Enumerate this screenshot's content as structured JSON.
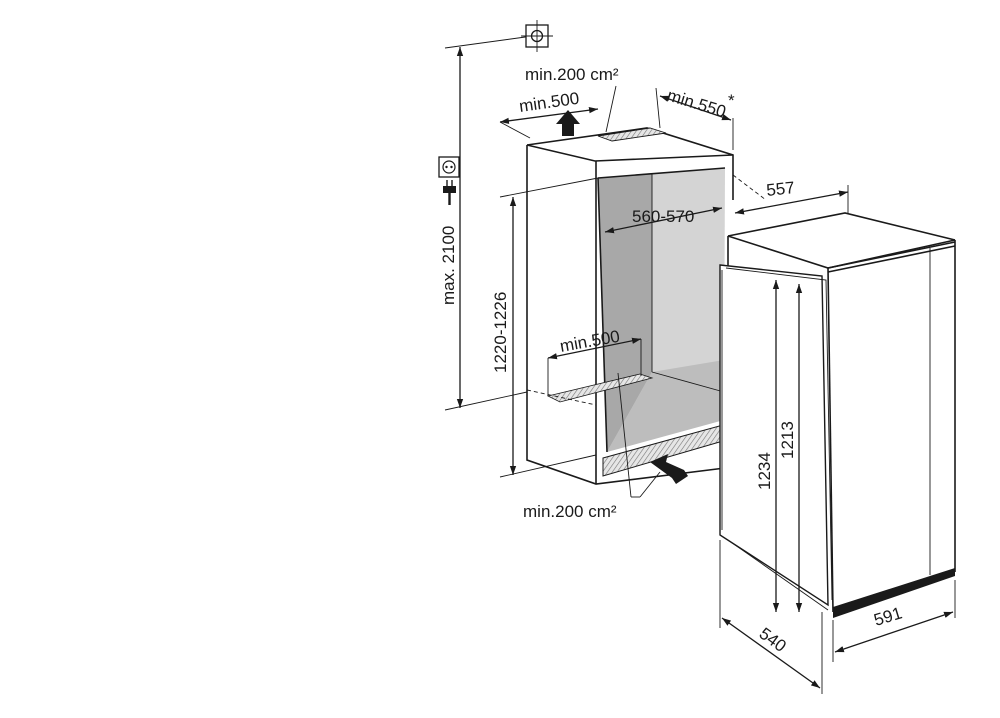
{
  "labels": {
    "max_height": "max. 2100",
    "niche_height": "1220-1226",
    "vent_top_area": "min.200 cm²",
    "vent_top_depth": "min.500",
    "side_clearance": "min.550",
    "side_clearance_mark": "*",
    "niche_width": "560-570",
    "appliance_depth": "557",
    "vent_bottom_depth": "min.500",
    "vent_bottom_area": "min.200 cm²",
    "body_height": "1234",
    "door_height": "1213",
    "total_depth": "540",
    "door_width": "591"
  },
  "icons": [
    "water-connection-icon",
    "socket-icon",
    "plug-icon"
  ],
  "colors": {
    "line": "#1a1a1a",
    "niche_interior": "#d4d4d4",
    "niche_side_wall": "#a8a8a8",
    "hatch_fill": "#c9c9c9",
    "background": "#ffffff"
  }
}
